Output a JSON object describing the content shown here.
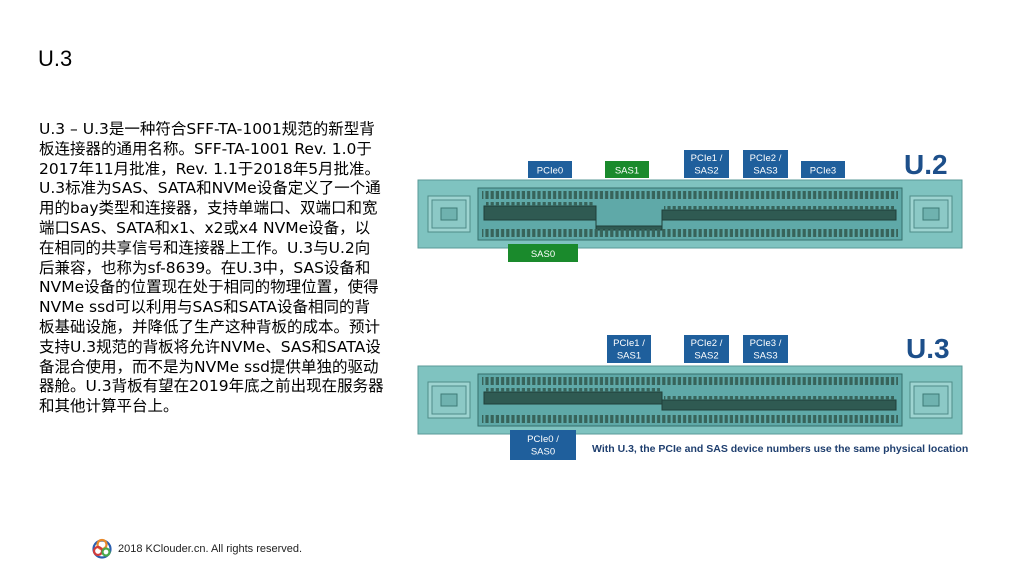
{
  "slide": {
    "title": "U.3",
    "paragraph": "U.3 – U.3是一种符合SFF-TA-1001规范的新型背板连接器的通用名称。SFF-TA-1001 Rev. 1.0于2017年11月批准，Rev. 1.1于2018年5月批准。U.3标准为SAS、SATA和NVMe设备定义了一个通用的bay类型和连接器，支持单端口、双端口和宽端口SAS、SATA和x1、x2或x4 NVMe设备，以在相同的共享信号和连接器上工作。U.3与U.2向后兼容，也称为sf-8639。在U.3中，SAS设备和NVMe设备的位置现在处于相同的物理位置，使得NVMe ssd可以利用与SAS和SATA设备相同的背板基础设施，并降低了生产这种背板的成本。预计支持U.3规范的背板将允许NVMe、SAS和SATA设备混合使用，而不是为NVMe ssd提供单独的驱动器舱。U.3背板有望在2019年底之前出现在服务器和其他计算平台上。"
  },
  "figure": {
    "u2": {
      "title": "U.2",
      "labels": {
        "pcie0": "PCIe0",
        "sas1": "SAS1",
        "pcie1_line1": "PCIe1 /",
        "pcie1_line2": "SAS2",
        "pcie2_line1": "PCIe2 /",
        "pcie2_line2": "SAS3",
        "pcie3": "PCIe3",
        "sas0": "SAS0"
      }
    },
    "u3": {
      "title": "U.3",
      "labels": {
        "pcie1_line1": "PCIe1 /",
        "pcie1_line2": "SAS1",
        "pcie2_line1": "PCIe2 /",
        "pcie2_line2": "SAS2",
        "pcie3_line1": "PCIe3 /",
        "pcie3_line2": "SAS3",
        "pcie0_line1": "PCIe0 /",
        "pcie0_line2": "SAS0"
      },
      "caption": "With U.3, the PCIe and SAS device numbers use the same physical locations"
    },
    "colors": {
      "blue_label": "#1f5f9c",
      "green_label": "#1a8a2c",
      "connector_body": "#7fc3c0",
      "connector_inner": "#5fa9a8",
      "title_blue": "#1d4f8a"
    }
  },
  "footer": {
    "copyright": "2018 KClouder.cn.  All rights reserved."
  }
}
